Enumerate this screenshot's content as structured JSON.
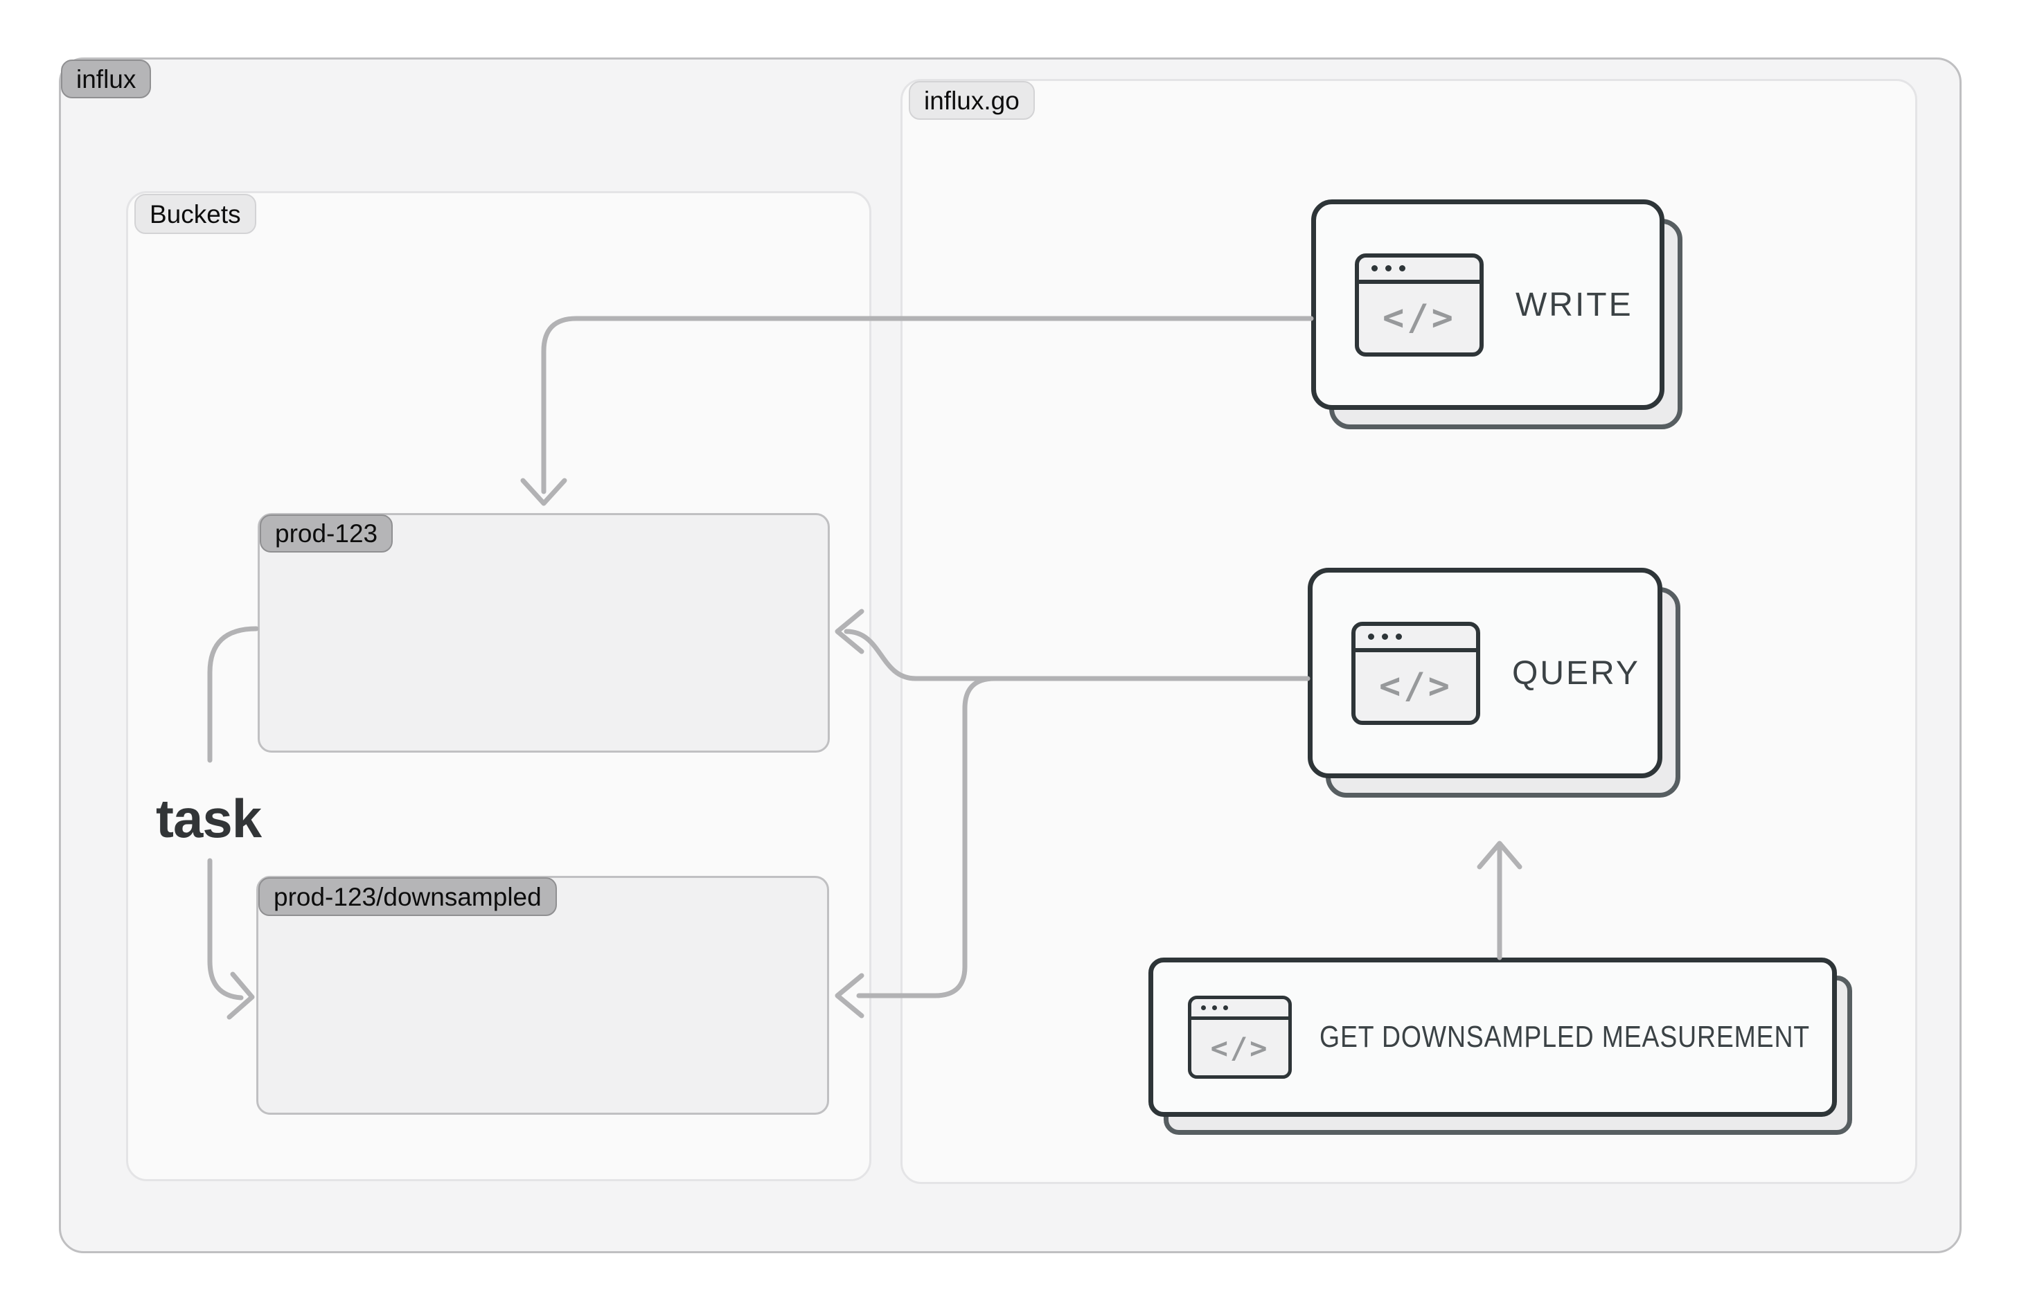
{
  "diagram": {
    "outer": {
      "label": "influx"
    },
    "influx_go": {
      "label": "influx.go"
    },
    "buckets": {
      "label": "Buckets",
      "bucket1": {
        "label": "prod-123"
      },
      "bucket2": {
        "label": "prod-123/downsampled"
      }
    },
    "task": {
      "label": "task"
    }
  },
  "nodes": {
    "write": {
      "label": "WRITE"
    },
    "query": {
      "label": "QUERY"
    },
    "get": {
      "label": "GET DOWNSAMPLED MEASUREMENT"
    }
  },
  "icons": {
    "code_glyph": "</>"
  },
  "colors": {
    "canvas_bg": "#ffffff",
    "outer_bg": "#f4f4f5",
    "outer_border": "#bfbfc1",
    "panel_bg": "#fafafa",
    "panel_border": "#e4e4e6",
    "box_bg": "#f1f1f2",
    "box_border": "#c0c0c2",
    "pill_dark_bg": "#b5b5b7",
    "pill_dark_border": "#8f8f91",
    "pill_light_bg": "#e9e9ea",
    "pill_light_border": "#d3d3d5",
    "card_bg": "#fafbfb",
    "card_border": "#2e3538",
    "card_shadow_bg": "#ebebec",
    "card_shadow_border": "#575e61",
    "icon_bg": "#f1f1f2",
    "ink": "#2e3538",
    "code_gray": "#97999b",
    "arrow": "#b2b2b4",
    "text_dark": "#3b4245",
    "task_color": "#323537"
  }
}
